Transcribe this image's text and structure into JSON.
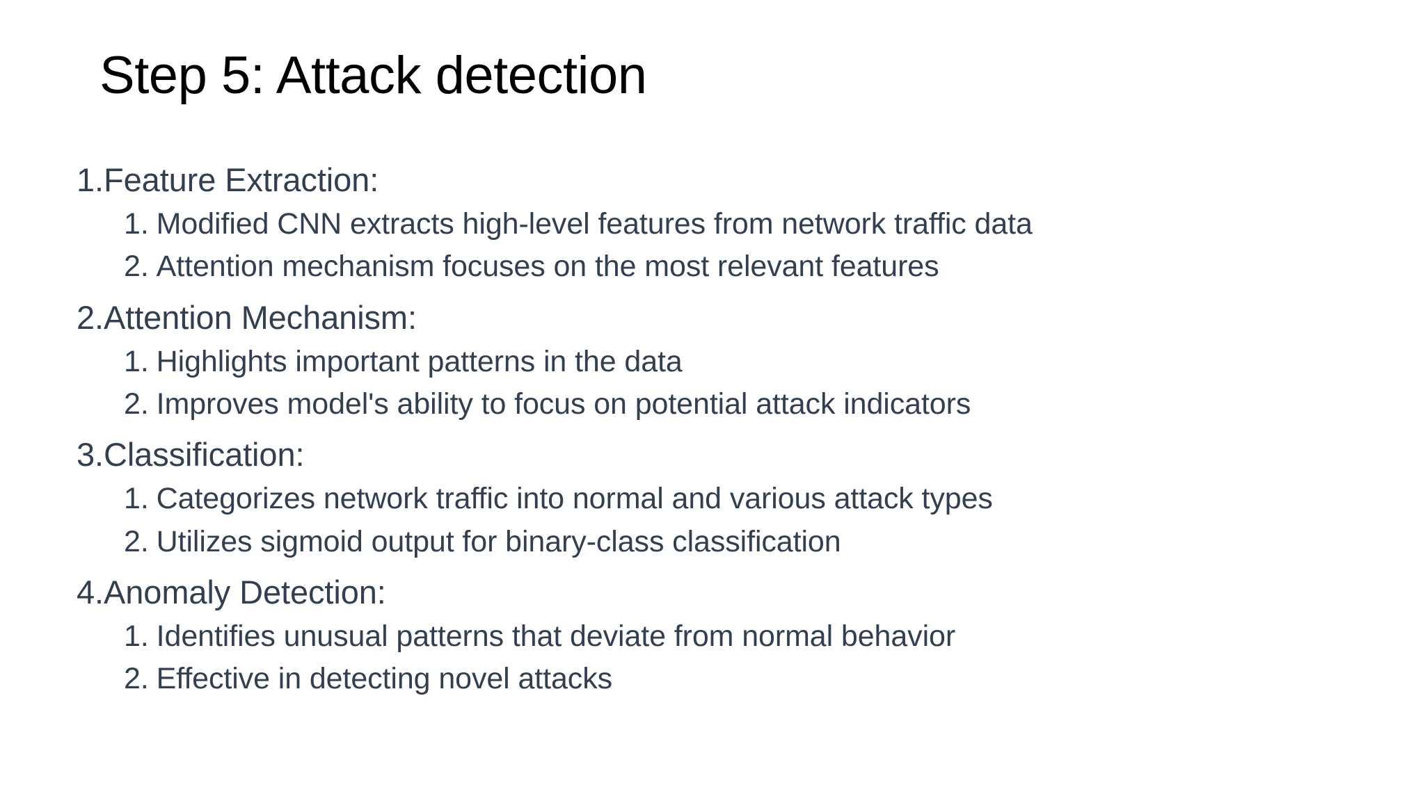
{
  "slide": {
    "title": "Step 5: Attack detection",
    "background_color": "#ffffff",
    "title_color": "#000000",
    "body_color": "#333f50",
    "outline": [
      {
        "marker": "1.",
        "text": "Feature Extraction:",
        "subitems": [
          {
            "marker": "1.",
            "text": "Modified CNN extracts high-level features from network traffic data"
          },
          {
            "marker": "2.",
            "text": "Attention mechanism focuses on the most relevant features"
          }
        ]
      },
      {
        "marker": "2.",
        "text": "Attention Mechanism:",
        "subitems": [
          {
            "marker": "1.",
            "text": "Highlights important patterns in the data"
          },
          {
            "marker": "2.",
            "text": "Improves model's ability to focus on potential attack indicators"
          }
        ]
      },
      {
        "marker": "3.",
        "text": "Classification:",
        "subitems": [
          {
            "marker": "1.",
            "text": "Categorizes network traffic into normal and various attack types"
          },
          {
            "marker": "2.",
            "text": "Utilizes sigmoid output for binary-class classification"
          }
        ]
      },
      {
        "marker": "4.",
        "text": "Anomaly Detection:",
        "subitems": [
          {
            "marker": "1.",
            "text": "Identifies unusual patterns that deviate from normal behavior"
          },
          {
            "marker": "2.",
            "text": "Effective in detecting novel attacks"
          }
        ]
      }
    ]
  }
}
